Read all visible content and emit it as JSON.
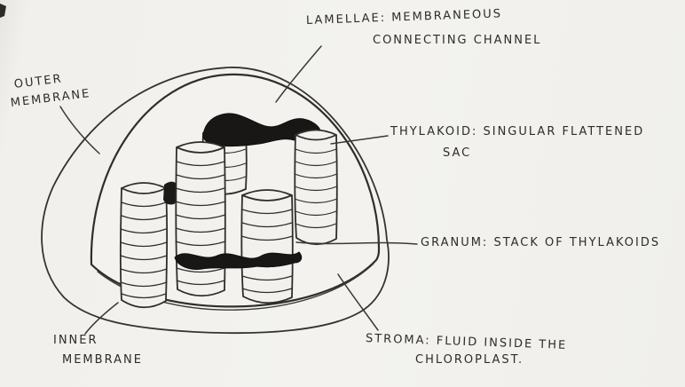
{
  "labels": {
    "lamellae": {
      "line1": "LAMELLAE: MEMBRANEOUS",
      "line2": "CONNECTING CHANNEL"
    },
    "outer_membrane": {
      "line1": "OUTER",
      "line2": "MEMBRANE"
    },
    "thylakoid": {
      "line1": "THYLAKOID: SINGULAR FLATTENED",
      "line2": "SAC"
    },
    "granum": {
      "text": "GRANUM: STACK OF THYLAKOIDS"
    },
    "stroma": {
      "line1": "STROMA: FLUID INSIDE THE",
      "line2": "CHLOROPLAST."
    },
    "inner_membrane": {
      "line1": "INNER",
      "line2": "MEMBRANE"
    }
  },
  "colors": {
    "ink": "#2f2e2d",
    "paper": "#f2f1ed",
    "dark_band": "#181716"
  }
}
